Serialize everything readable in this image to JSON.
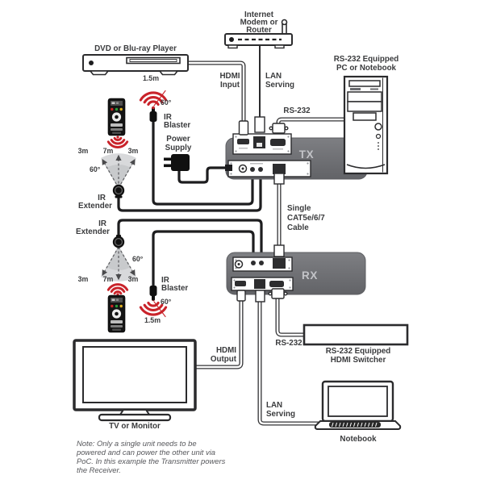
{
  "devices": {
    "dvd_player": {
      "label": "DVD or Blu-ray Player"
    },
    "modem": {
      "label": [
        "Internet",
        "Modem or",
        "Router"
      ]
    },
    "pc_tower": {
      "label": [
        "RS-232 Equipped",
        "PC or Notebook"
      ]
    },
    "transmitter": {
      "label": "TX"
    },
    "receiver": {
      "label": "RX"
    },
    "power_supply": {
      "label": [
        "Power",
        "Supply"
      ]
    },
    "ir_blaster_top": {
      "label": [
        "IR",
        "Blaster"
      ],
      "range": "1.5m",
      "angle": "60°"
    },
    "ir_extender_top": {
      "label": [
        "IR",
        "Extender"
      ],
      "angle": "60°",
      "ranges": [
        "3m",
        "7m",
        "3m"
      ]
    },
    "ir_extender_bottom": {
      "label": [
        "IR",
        "Extender"
      ],
      "angle": "60°",
      "ranges": [
        "3m",
        "7m",
        "3m"
      ]
    },
    "ir_blaster_bottom": {
      "label": [
        "IR",
        "Blaster"
      ],
      "range": "1.5m",
      "angle": "60°"
    },
    "tv": {
      "label": "TV or Monitor"
    },
    "hdmi_switcher": {
      "label": [
        "RS-232 Equipped",
        "HDMI Switcher"
      ]
    },
    "notebook": {
      "label": "Notebook"
    }
  },
  "cables": {
    "hdmi_input": {
      "label": [
        "HDMI",
        "Input"
      ]
    },
    "lan_serving_top": {
      "label": [
        "LAN",
        "Serving"
      ]
    },
    "rs232_top": {
      "label": "RS-232"
    },
    "catx": {
      "label": [
        "Single",
        "CAT5e/6/7",
        "Cable"
      ]
    },
    "hdmi_output": {
      "label": [
        "HDMI",
        "Output"
      ]
    },
    "rs232_bottom": {
      "label": "RS-232"
    },
    "lan_serving_bottom": {
      "label": [
        "LAN",
        "Serving"
      ]
    }
  },
  "note": {
    "lines": [
      "Note: Only a single unit needs to be",
      "powered and can power the other unit via",
      "PoC. In this example the Transmitter powers",
      "the Receiver."
    ]
  },
  "colors": {
    "ir_red": "#c9232a",
    "unit_gray": "#717276",
    "unit_label": "#c3c4c8",
    "label_text": "#3a3b3d",
    "note_text": "#56575b",
    "wire_black": "#1d1d1f"
  }
}
